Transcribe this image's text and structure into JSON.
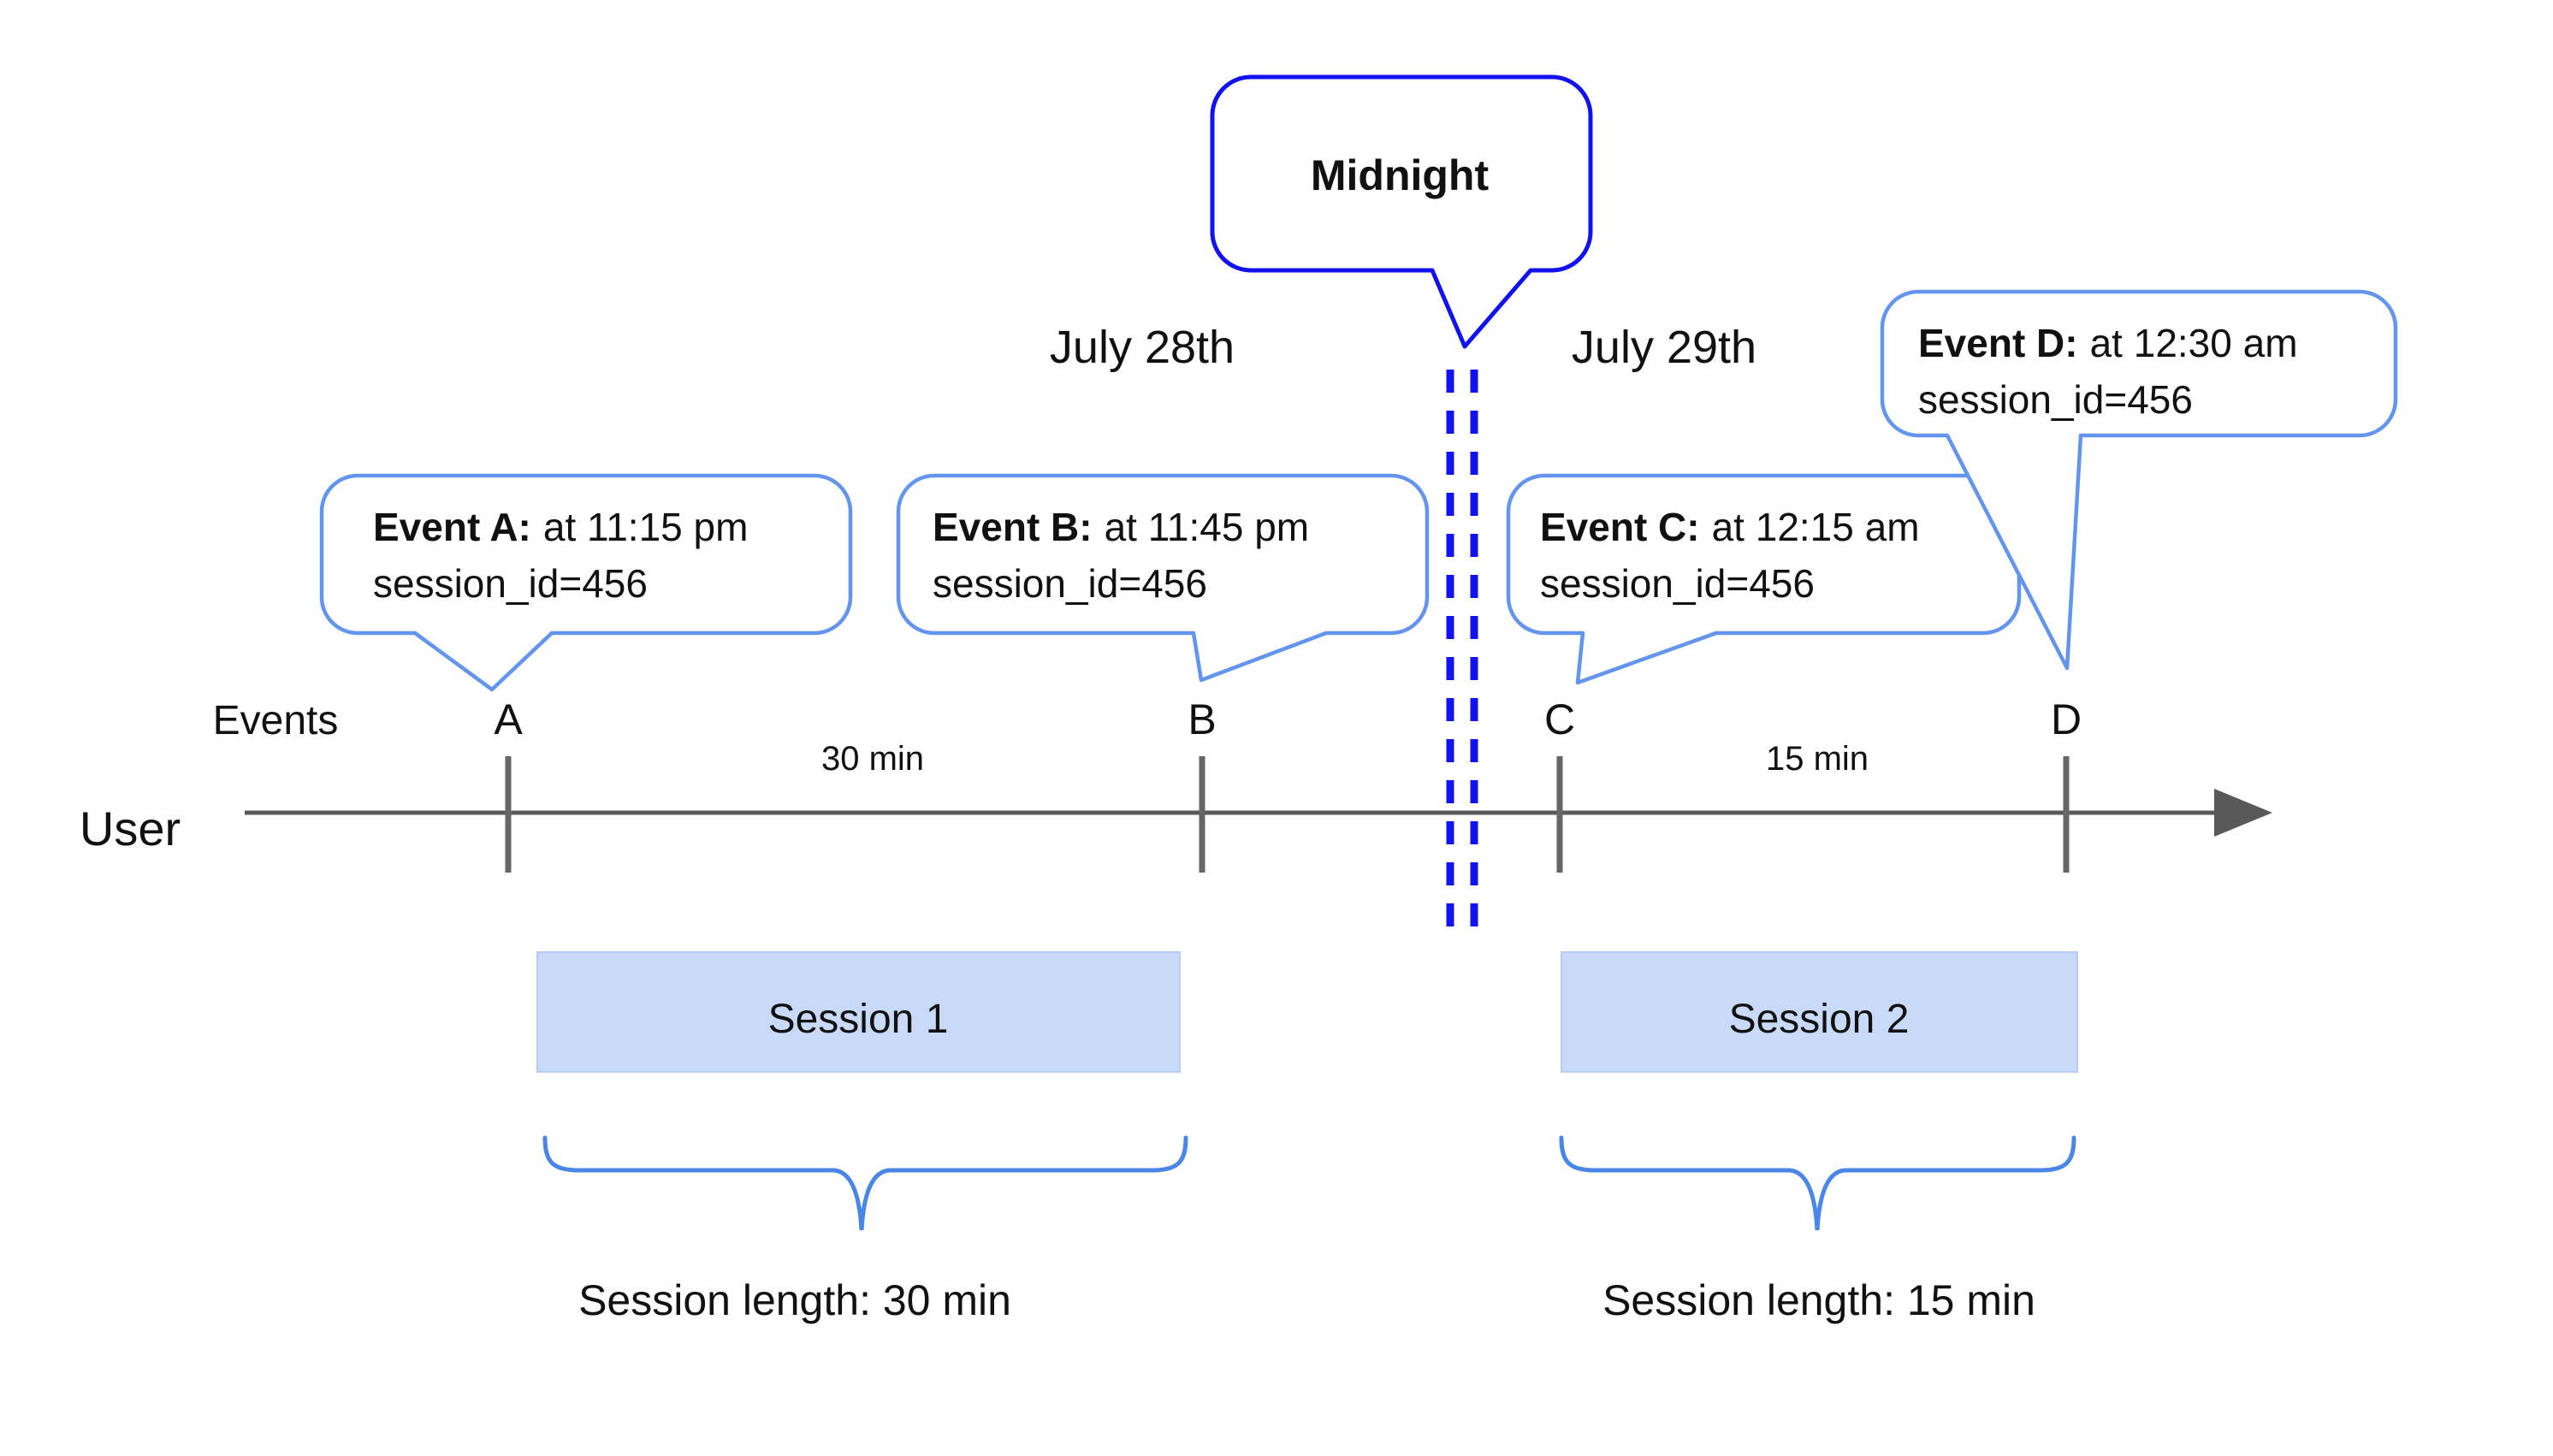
{
  "axis": {
    "events_label": "Events",
    "user_label": "User"
  },
  "dates": {
    "before_midnight": "July 28th",
    "after_midnight": "July 29th"
  },
  "midnight": {
    "label": "Midnight"
  },
  "events": [
    {
      "marker": "A",
      "title": "Event A:",
      "time": "at 11:15 pm",
      "session": "session_id=456"
    },
    {
      "marker": "B",
      "title": "Event B:",
      "time": "at 11:45 pm",
      "session": "session_id=456"
    },
    {
      "marker": "C",
      "title": "Event C:",
      "time": "at 12:15 am",
      "session": "session_id=456"
    },
    {
      "marker": "D",
      "title": "Event D:",
      "time": "at 12:30 am",
      "session": "session_id=456"
    }
  ],
  "intervals": [
    {
      "label": "30 min"
    },
    {
      "label": "15 min"
    }
  ],
  "sessions": [
    {
      "label": "Session 1",
      "length_label": "Session length: 30 min"
    },
    {
      "label": "Session 2",
      "length_label": "Session length: 15 min"
    }
  ],
  "colors": {
    "dark_blue": "#1212ee",
    "bubble_border_blue": "#6395ee",
    "brace_blue": "#4a86e8",
    "session_fill": "#c9daf8",
    "axis_gray": "#595959"
  }
}
